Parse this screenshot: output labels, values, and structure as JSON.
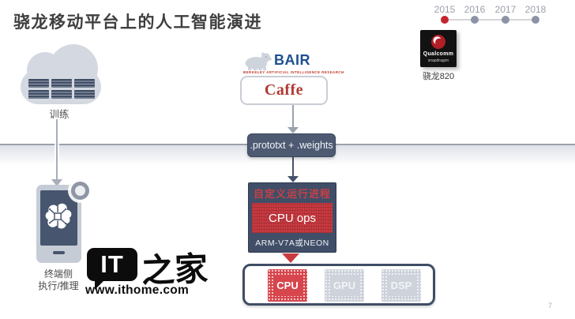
{
  "slide": {
    "title": "骁龙移动平台上的人工智能演进",
    "page_number": "7"
  },
  "timeline": {
    "years": [
      {
        "label": "2015",
        "active": true
      },
      {
        "label": "2016",
        "active": false
      },
      {
        "label": "2017",
        "active": false
      },
      {
        "label": "2018",
        "active": false
      }
    ]
  },
  "snapdragon": {
    "brand": "Qualcomm",
    "sub_brand": "snapdragon",
    "caption": "骁龙820"
  },
  "training": {
    "label": "训练"
  },
  "device": {
    "label_line1": "终端侧",
    "label_line2": "执行/推理"
  },
  "bair": {
    "name": "BAIR",
    "subtitle": "BERKELEY ARTIFICIAL INTELLIGENCE RESEARCH"
  },
  "caffe": {
    "label": "Caffe"
  },
  "model_files": {
    "label": ".prototxt + .weights"
  },
  "runtime": {
    "header": "自定义运行进程",
    "ops_label": "CPU ops",
    "footer": "ARM-V7A或NEON"
  },
  "processors": {
    "items": [
      {
        "label": "CPU",
        "active": true
      },
      {
        "label": "GPU",
        "active": false
      },
      {
        "label": "DSP",
        "active": false
      }
    ]
  },
  "watermark": {
    "logo_main": "IT",
    "logo_suffix": "之家",
    "url": "www.ithome.com"
  },
  "colors": {
    "accent_red": "#c4262e",
    "navy": "#404e68",
    "ops_red": "#ca3a41",
    "chip_red": "#d7454d",
    "chip_gray": "#cdd2db"
  }
}
